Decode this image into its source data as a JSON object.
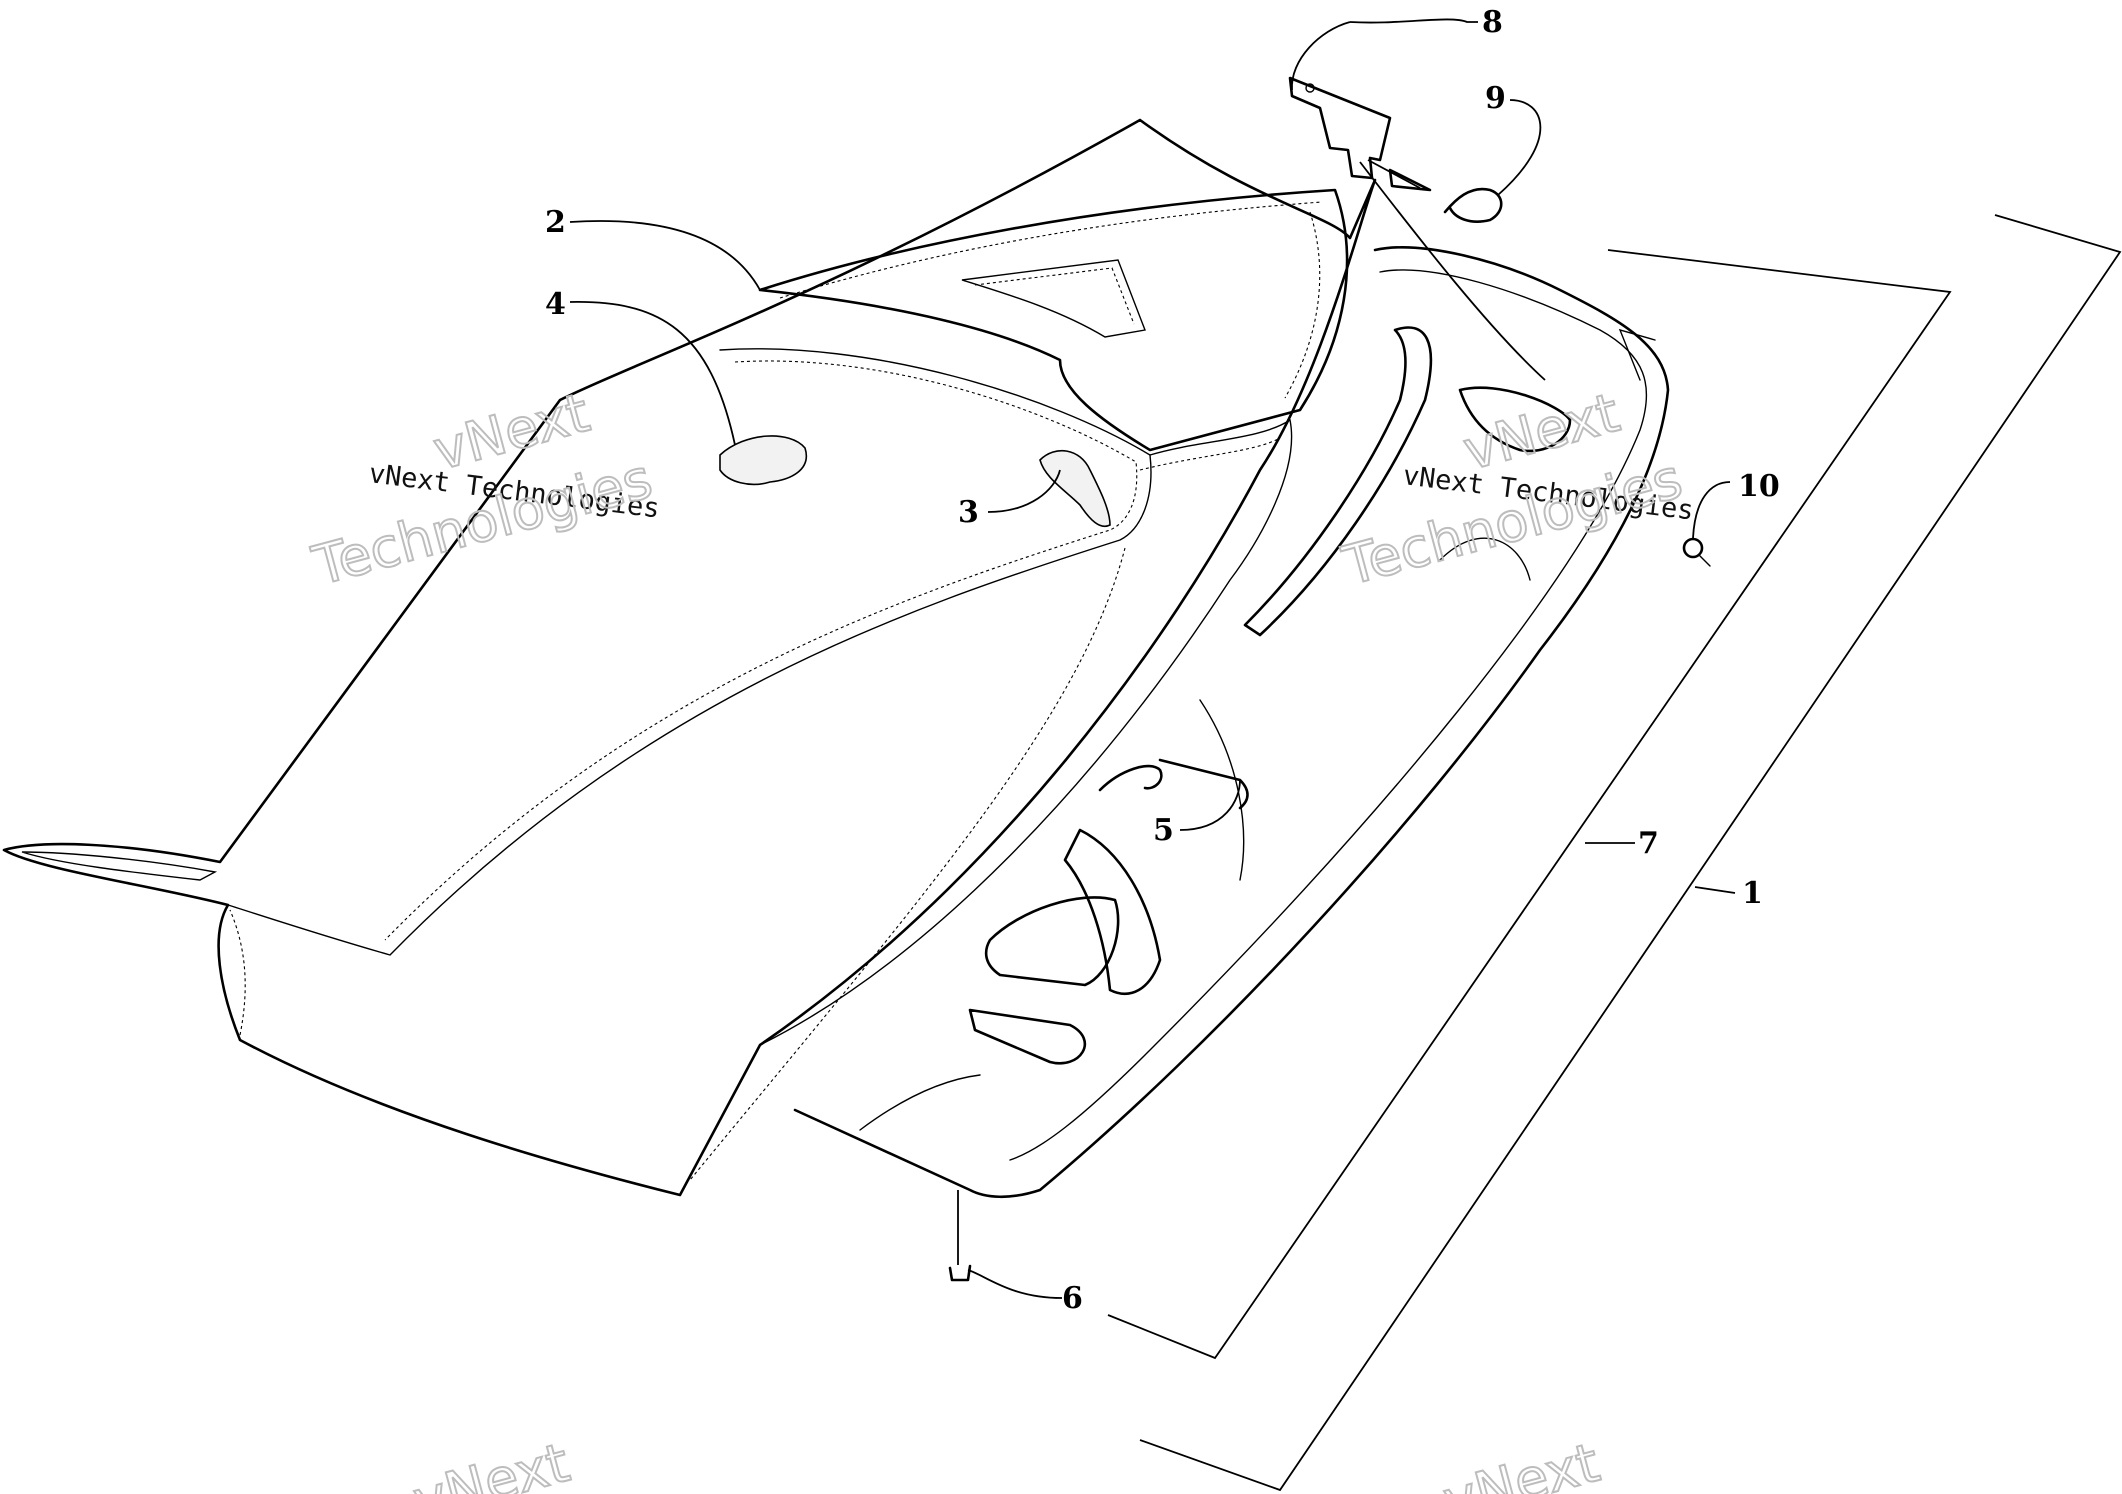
{
  "callouts": [
    {
      "label": "1"
    },
    {
      "label": "2"
    },
    {
      "label": "3"
    },
    {
      "label": "4"
    },
    {
      "label": "5"
    },
    {
      "label": "6"
    },
    {
      "label": "7"
    },
    {
      "label": "8"
    },
    {
      "label": "9"
    },
    {
      "label": "10"
    }
  ],
  "watermark": {
    "brand_line": "vNext Technologies",
    "big_word_1": "vNext",
    "big_word_2": "Technologies"
  }
}
